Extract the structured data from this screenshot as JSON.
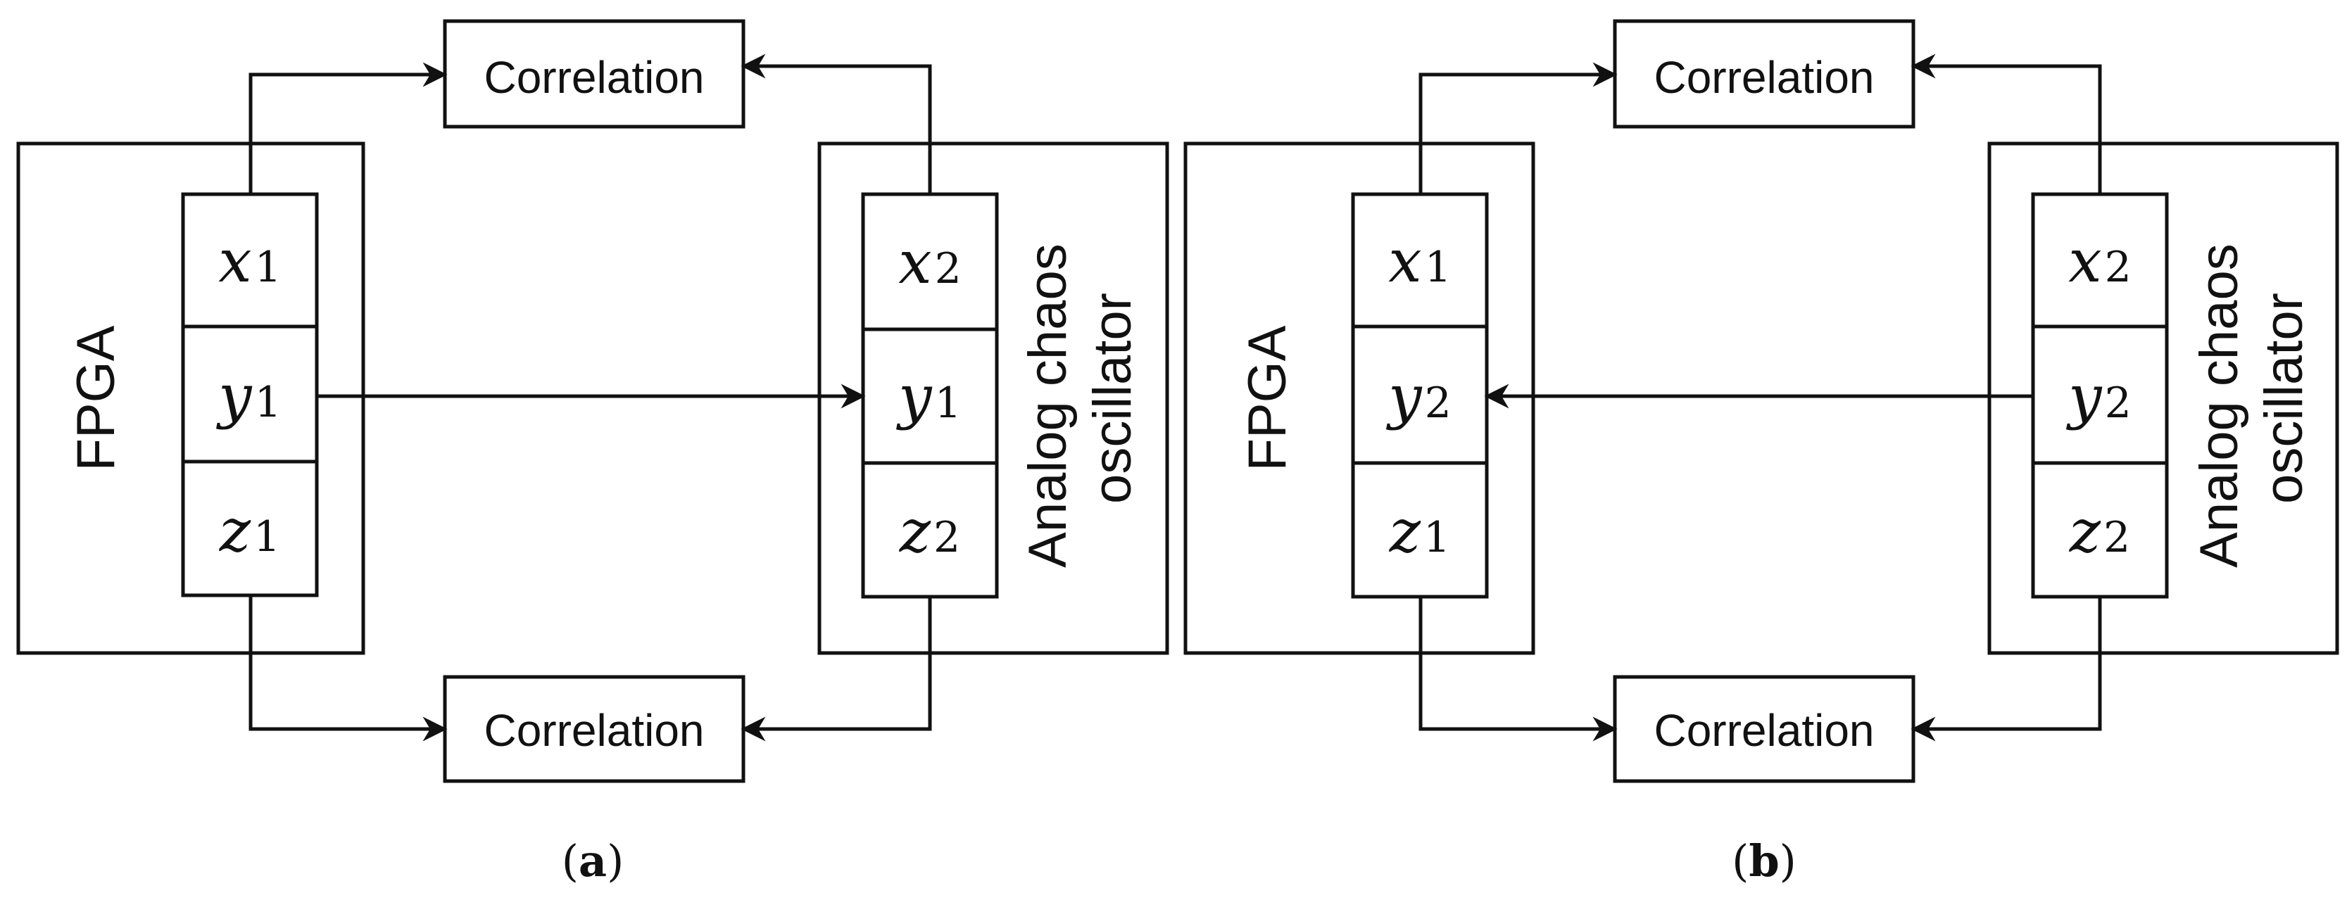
{
  "panels": [
    {
      "id": "a",
      "caption": {
        "open": "(",
        "letter": "a",
        "close": ")"
      },
      "fpga": {
        "label": "FPGA",
        "vars": [
          {
            "sym": "x",
            "sub": "1"
          },
          {
            "sym": "y",
            "sub": "1"
          },
          {
            "sym": "z",
            "sub": "1"
          }
        ]
      },
      "analog": {
        "label_line1": "Analog chaos",
        "label_line2": "oscillator",
        "vars": [
          {
            "sym": "x",
            "sub": "2"
          },
          {
            "sym": "y",
            "sub": "1"
          },
          {
            "sym": "z",
            "sub": "2"
          }
        ]
      },
      "correlation_top": "Correlation",
      "correlation_bottom": "Correlation",
      "coupling_direction": "fpga-to-analog"
    },
    {
      "id": "b",
      "caption": {
        "open": "(",
        "letter": "b",
        "close": ")"
      },
      "fpga": {
        "label": "FPGA",
        "vars": [
          {
            "sym": "x",
            "sub": "1"
          },
          {
            "sym": "y",
            "sub": "2"
          },
          {
            "sym": "z",
            "sub": "1"
          }
        ]
      },
      "analog": {
        "label_line1": "Analog chaos",
        "label_line2": "oscillator",
        "vars": [
          {
            "sym": "x",
            "sub": "2"
          },
          {
            "sym": "y",
            "sub": "2"
          },
          {
            "sym": "z",
            "sub": "2"
          }
        ]
      },
      "correlation_top": "Correlation",
      "correlation_bottom": "Correlation",
      "coupling_direction": "analog-to-fpga"
    }
  ]
}
